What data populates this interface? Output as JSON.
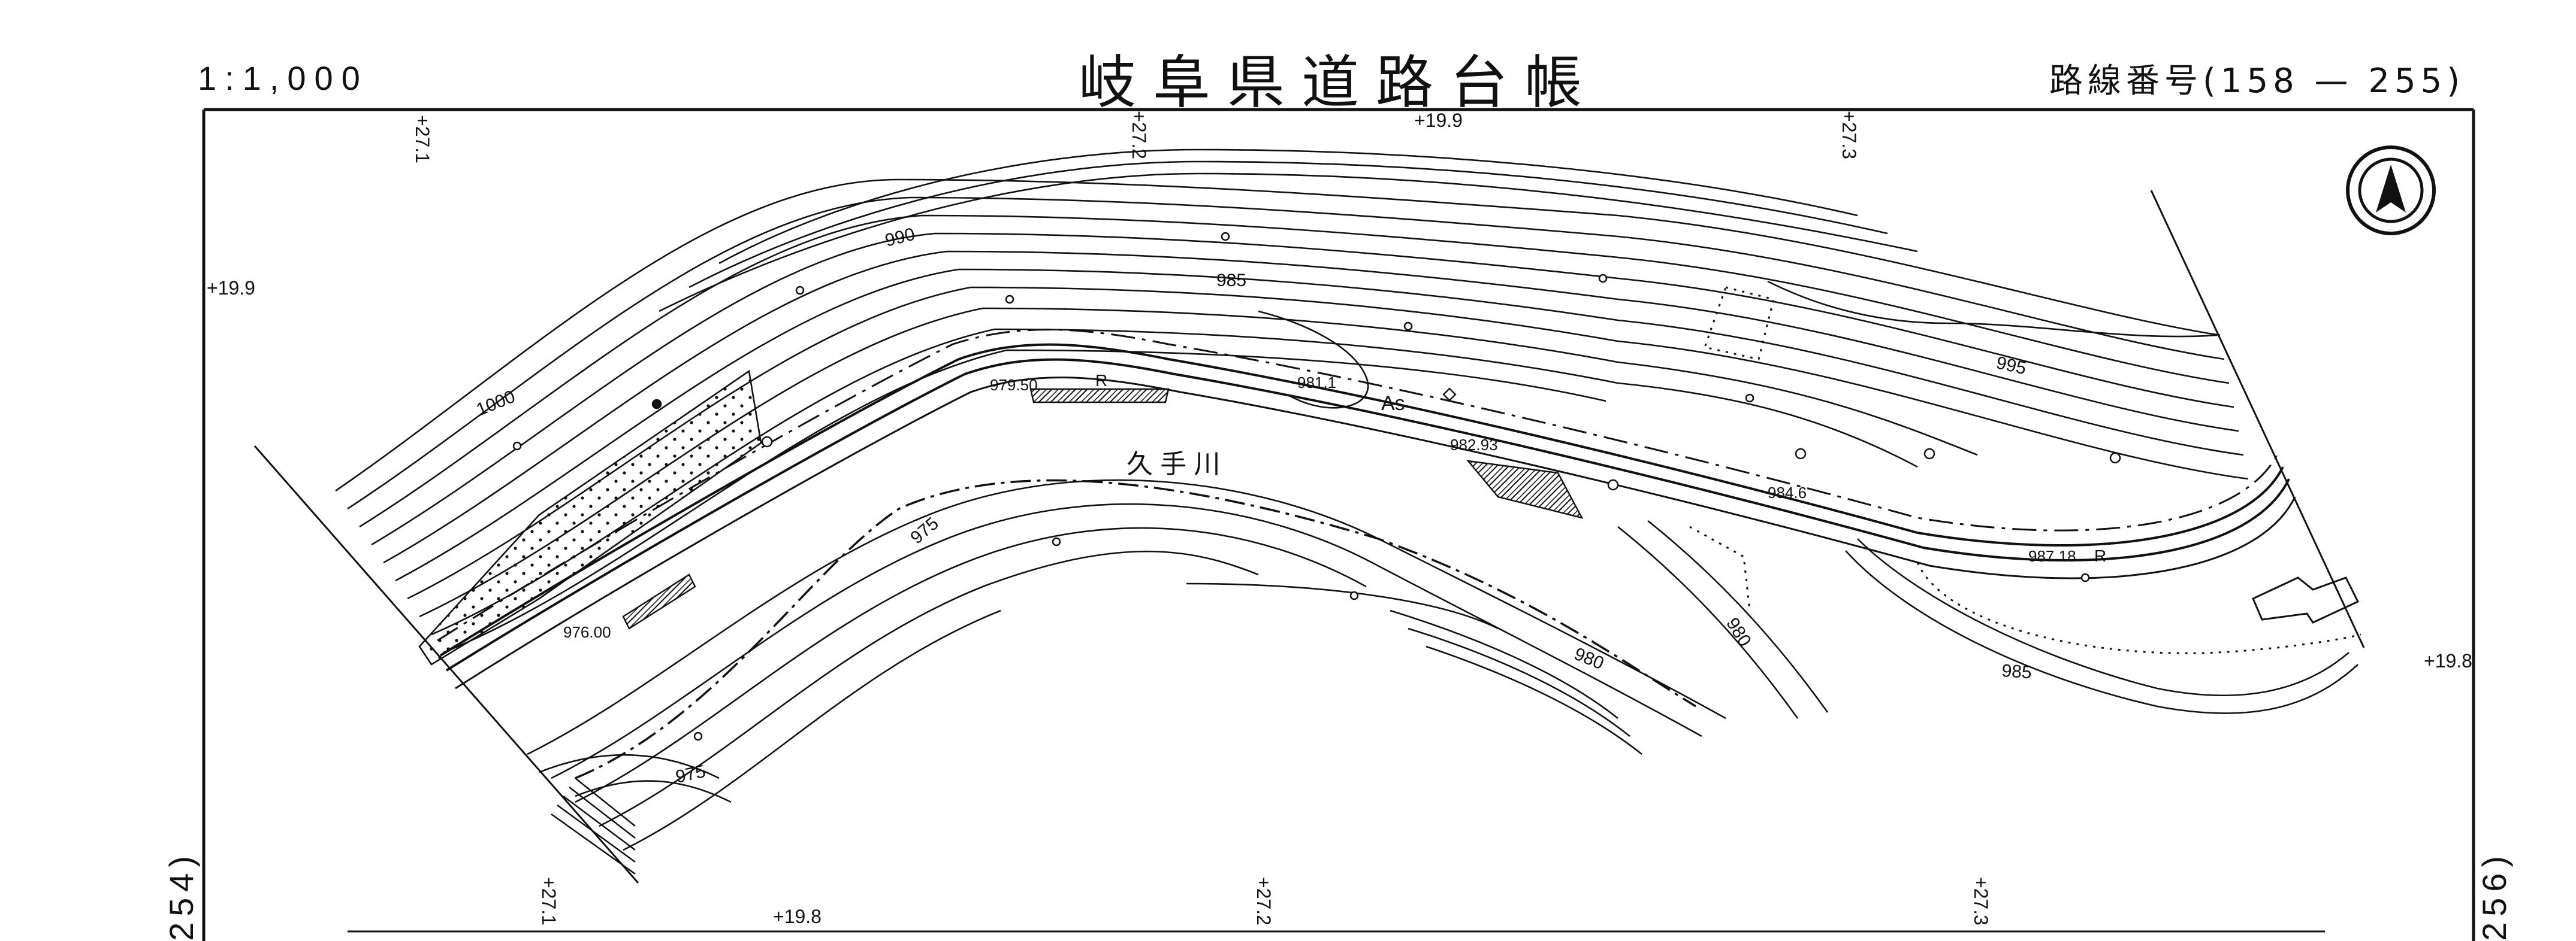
{
  "header": {
    "scale": "1:1,000",
    "title": "岐阜県道路台帳",
    "route": "路線番号(158 — 255)"
  },
  "side_labels": {
    "left": "254)",
    "right": "256)"
  },
  "station_labels": {
    "top_1": "+27.1",
    "top_2": "+27.2",
    "top_3": "+19.9",
    "top_4": "+27.3",
    "left": "+19.9",
    "right": "+19.8",
    "bottom_1": "+27.1",
    "bottom_2": "+19.8",
    "bottom_3": "+27.2",
    "bottom_4": "+27.3"
  },
  "contour_labels": {
    "c990": "990",
    "c985_top": "985",
    "c1000": "1000",
    "c995": "995",
    "c975_mid": "975",
    "c975_bottom": "975",
    "c980_mid": "980",
    "c980_right": "980",
    "c985_right": "985"
  },
  "elevation_labels": {
    "e979_50": "979.50",
    "e981_1": "981.1",
    "e982_93": "982.93",
    "e984_6": "984.6",
    "e987_18": "987.18",
    "e976_00": "976.00"
  },
  "map_text": {
    "river_name": "久 手 川",
    "pavement": "As",
    "r_mark_1": "R",
    "r_mark_2": "R"
  },
  "icons": {
    "north_arrow": "north-arrow-icon"
  },
  "colors": {
    "ink": "#111111",
    "paper": "#ffffff"
  }
}
